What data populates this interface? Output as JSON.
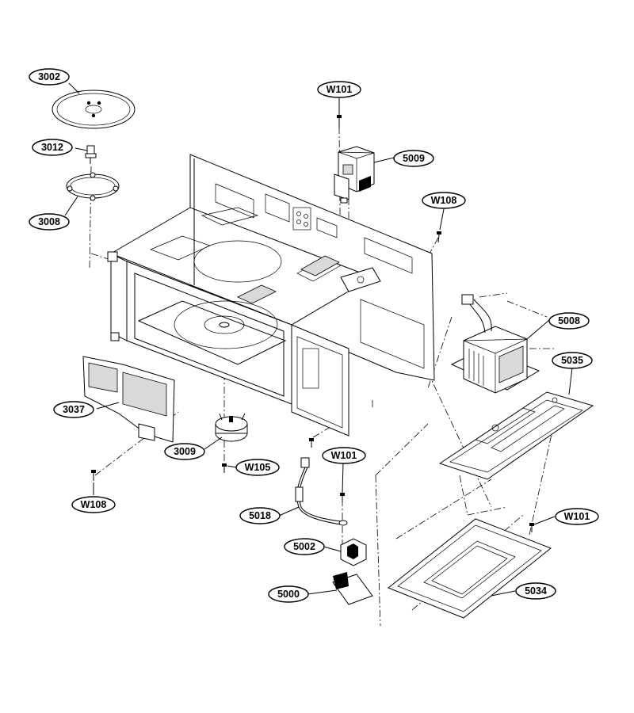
{
  "labels": {
    "p3002": "3002",
    "p3012": "3012",
    "p3008": "3008",
    "p3037": "3037",
    "p3009": "3009",
    "pW105": "W105",
    "pW108a": "W108",
    "pW108b": "W108",
    "pW101a": "W101",
    "pW101b": "W101",
    "pW101c": "W101",
    "p5009": "5009",
    "p5008": "5008",
    "p5035": "5035",
    "p5018": "5018",
    "p5002": "5002",
    "p5000": "5000",
    "p5034": "5034"
  }
}
